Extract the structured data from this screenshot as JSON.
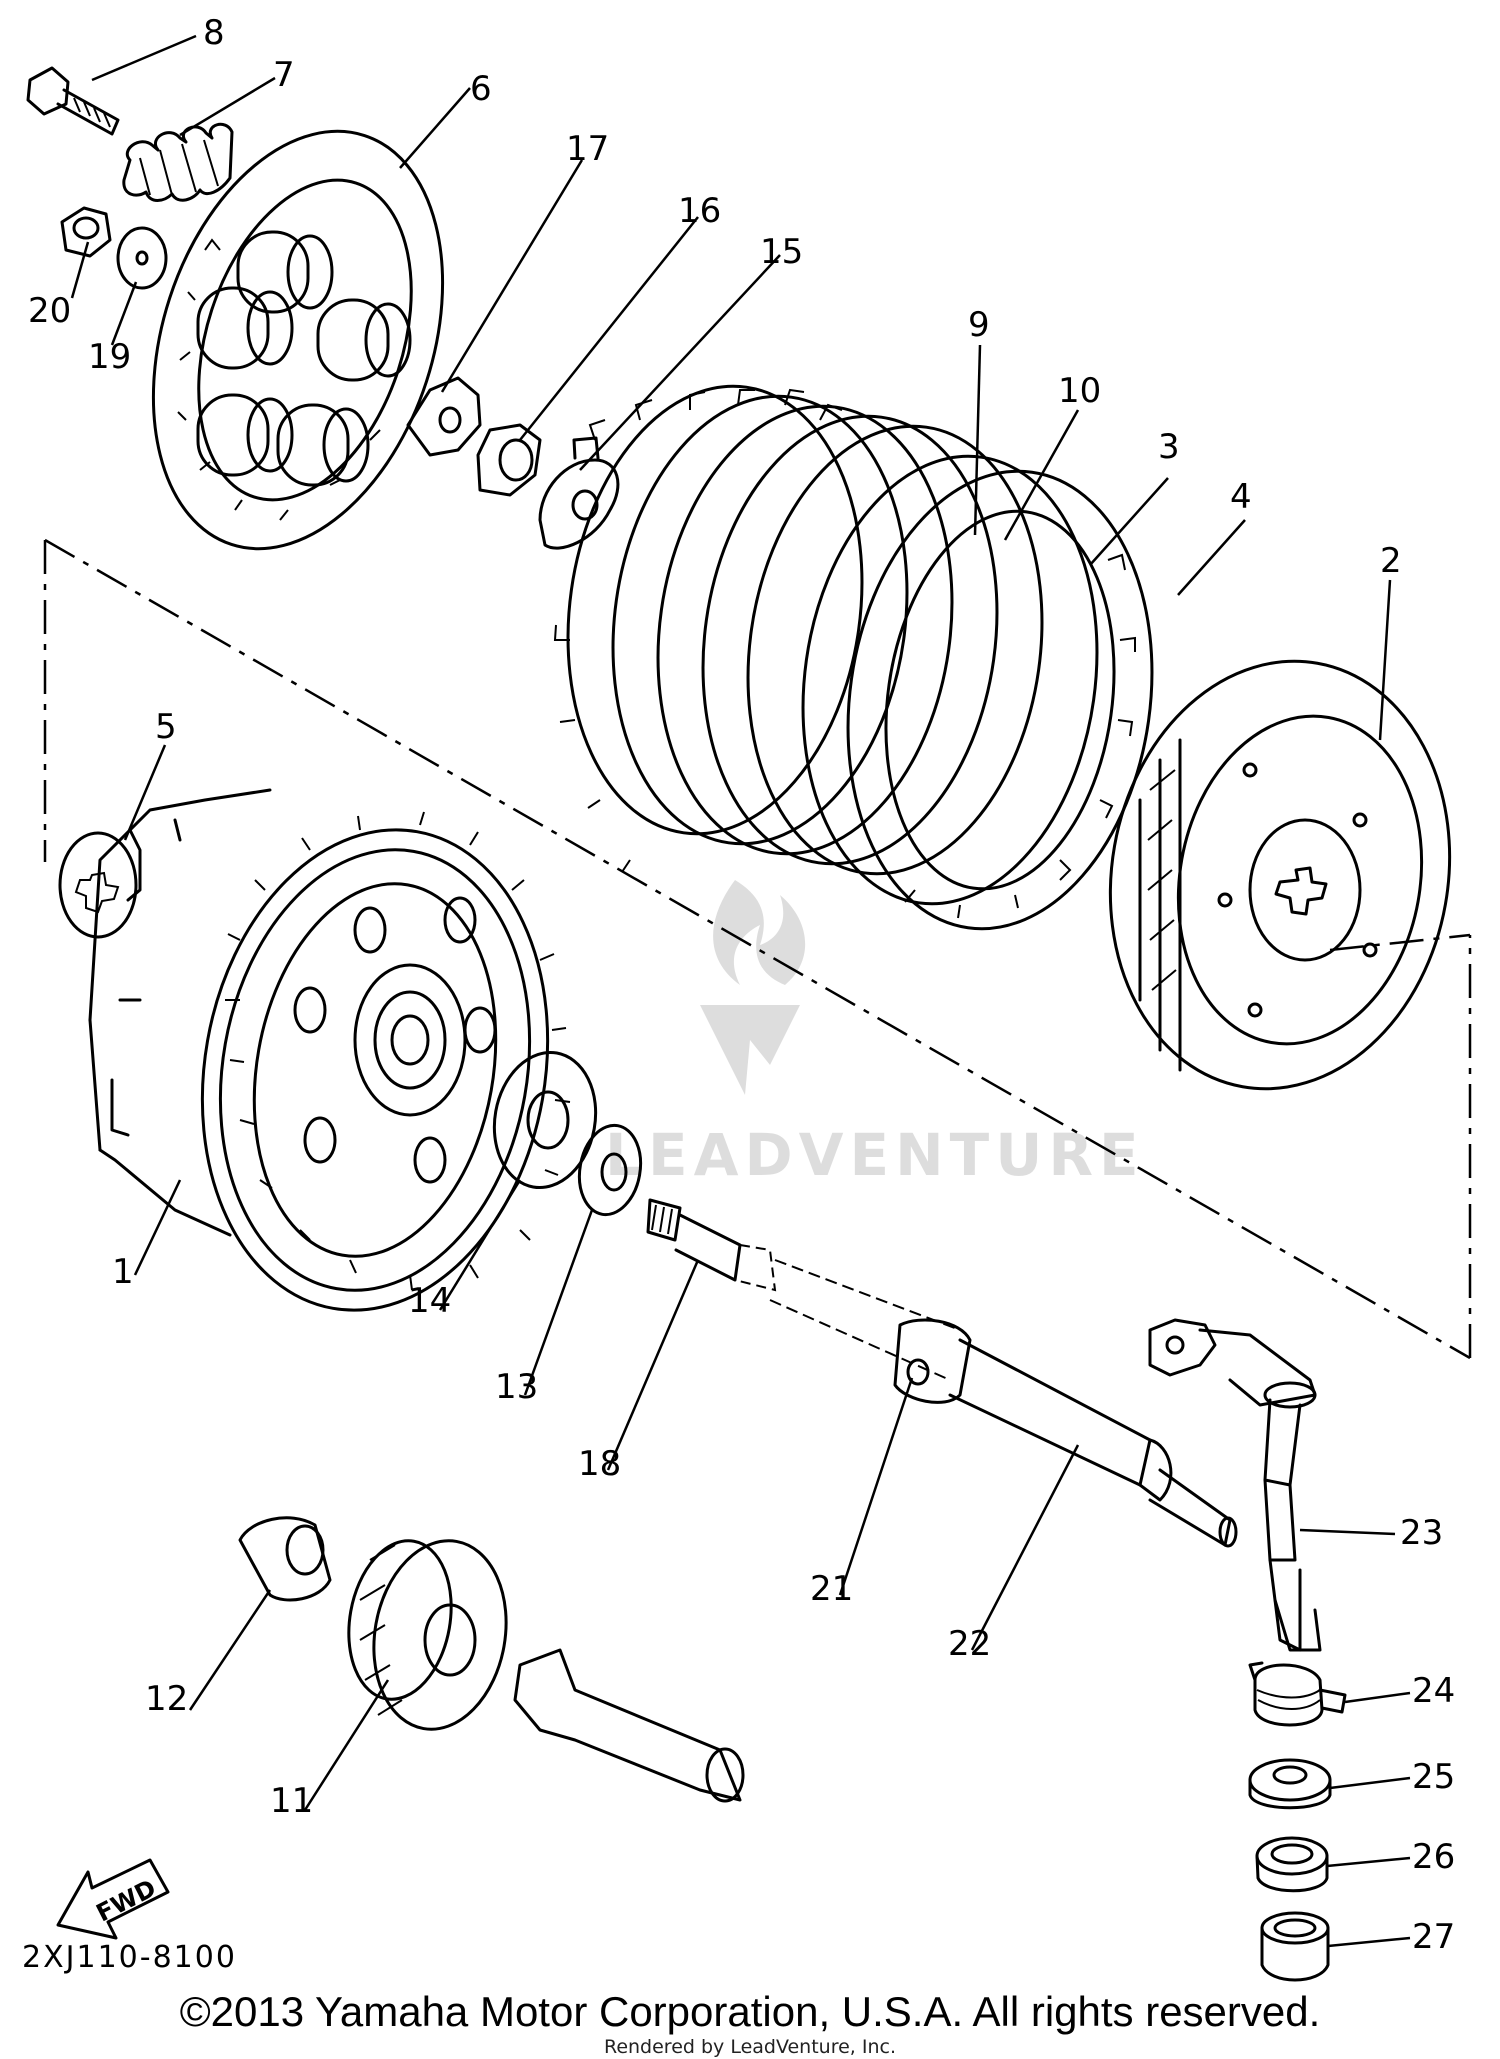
{
  "diagram_code": "2XJ110-8100",
  "fwd_label": "FWD",
  "watermark": "LEADVENTURE",
  "copyright": "©2013 Yamaha Motor Corporation, U.S.A. All rights reserved.",
  "rendered_by": "Rendered by LeadVenture, Inc.",
  "callouts": [
    "1",
    "2",
    "3",
    "4",
    "5",
    "6",
    "7",
    "8",
    "9",
    "10",
    "11",
    "12",
    "13",
    "14",
    "15",
    "16",
    "17",
    "18",
    "19",
    "20",
    "21",
    "22",
    "23",
    "24",
    "25",
    "26",
    "27"
  ]
}
